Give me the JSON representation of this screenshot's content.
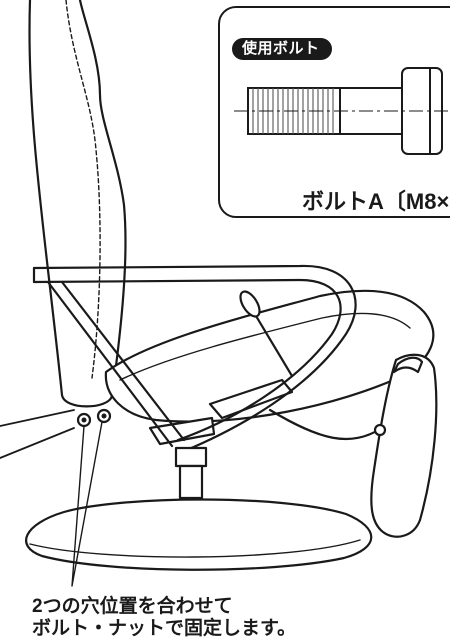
{
  "bolt_panel": {
    "tag": "使用ボルト",
    "bolt_name": "ボルトA〔M8×"
  },
  "caption": {
    "line1": "2つの穴位置を合わせて",
    "line2": "ボルト・ナットで固定します。"
  },
  "colors": {
    "line": "#1a1a1a",
    "fill": "#ffffff",
    "thread": "#555555"
  }
}
